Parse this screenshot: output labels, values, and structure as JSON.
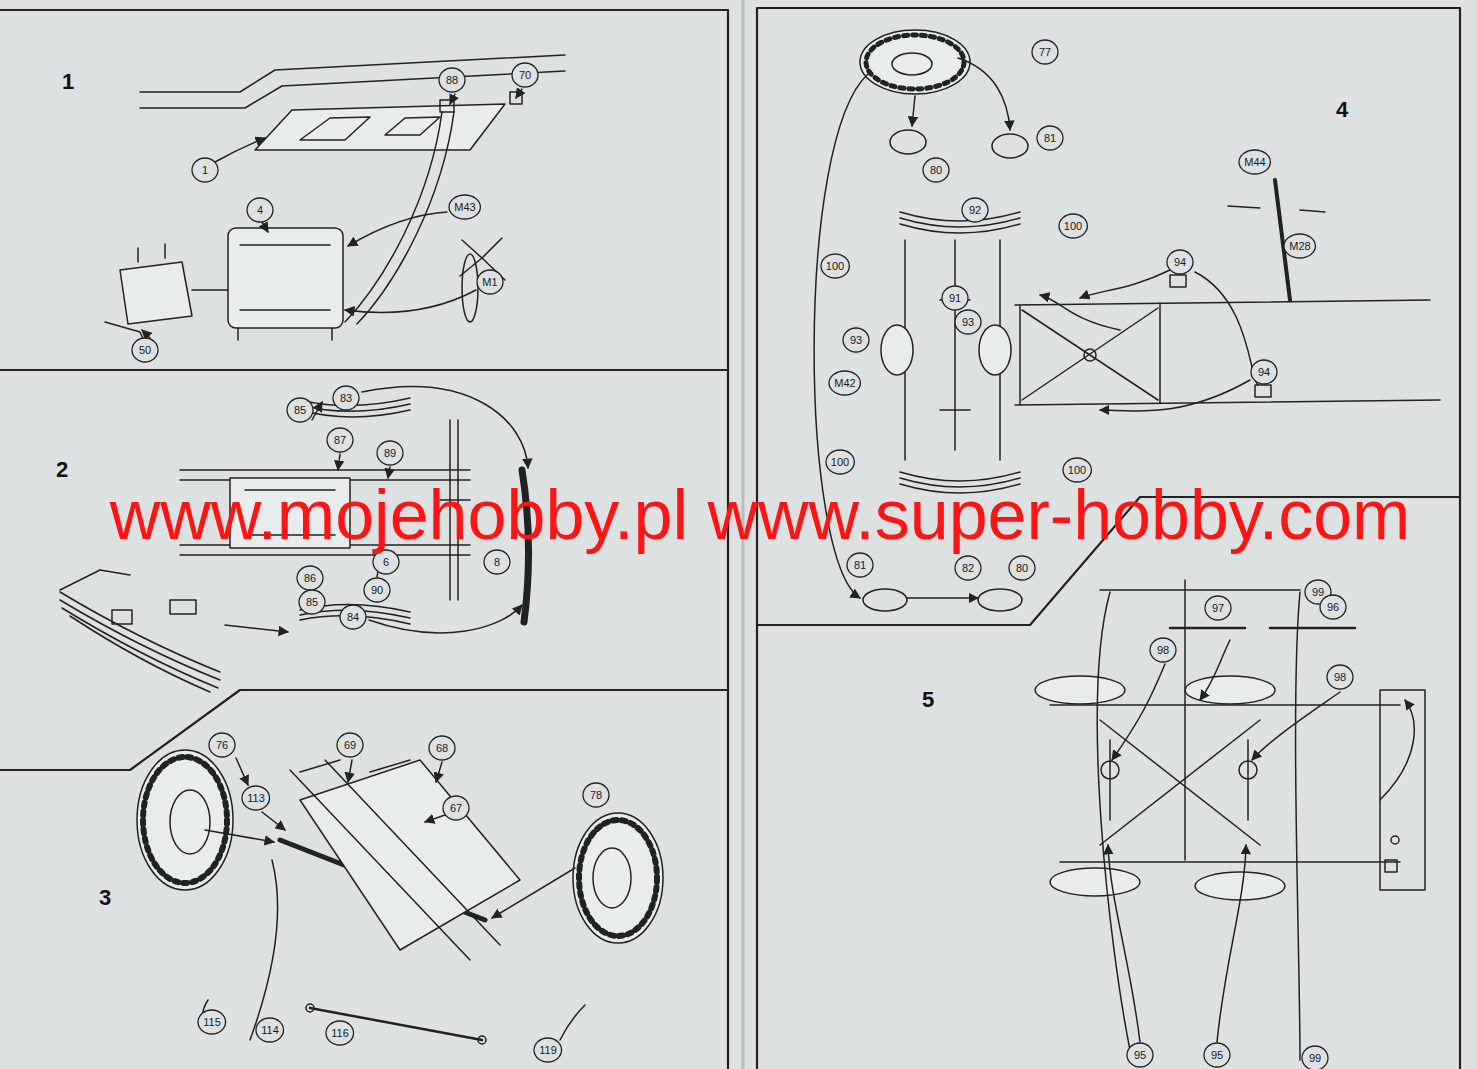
{
  "diagram": {
    "nodes": [
      {
        "text": [
          "1"
        ]
      },
      {
        "text": [
          "4"
        ]
      },
      {
        "text": [
          "88"
        ]
      },
      {
        "text": [
          "70"
        ]
      },
      {
        "text": [
          "M43"
        ]
      },
      {
        "text": [
          "M1"
        ]
      },
      {
        "text": [
          "50"
        ]
      },
      {
        "text": [
          "85"
        ]
      },
      {
        "text": [
          "83"
        ]
      },
      {
        "text": [
          "87"
        ]
      },
      {
        "text": [
          "89"
        ]
      },
      {
        "text": [
          "6"
        ]
      },
      {
        "text": [
          "8"
        ]
      },
      {
        "text": [
          "86"
        ]
      },
      {
        "text": [
          "85"
        ]
      },
      {
        "text": [
          "90"
        ]
      },
      {
        "text": [
          "84"
        ]
      },
      {
        "text": [
          "76"
        ]
      },
      {
        "text": [
          "113"
        ]
      },
      {
        "text": [
          "69"
        ]
      },
      {
        "text": [
          "68"
        ]
      },
      {
        "text": [
          "67"
        ]
      },
      {
        "text": [
          "78"
        ]
      },
      {
        "text": [
          "115"
        ]
      },
      {
        "text": [
          "114"
        ]
      },
      {
        "text": [
          "116"
        ]
      },
      {
        "text": [
          "119"
        ]
      },
      {
        "text": [
          "77"
        ]
      },
      {
        "text": [
          "81"
        ]
      },
      {
        "text": [
          "80"
        ]
      },
      {
        "text": [
          "92"
        ]
      },
      {
        "text": [
          "100"
        ]
      },
      {
        "text": [
          "M44"
        ]
      },
      {
        "text": [
          "M28"
        ]
      },
      {
        "text": [
          "100"
        ]
      },
      {
        "text": [
          "94"
        ]
      },
      {
        "text": [
          "91"
        ]
      },
      {
        "text": [
          "93"
        ]
      },
      {
        "text": [
          "93"
        ]
      },
      {
        "text": [
          "M42"
        ]
      },
      {
        "text": [
          "94"
        ]
      },
      {
        "text": [
          "100"
        ]
      },
      {
        "text": [
          "100"
        ]
      },
      {
        "text": [
          "81"
        ]
      },
      {
        "text": [
          "82"
        ]
      },
      {
        "text": [
          "80"
        ]
      },
      {
        "text": [
          "99"
        ]
      },
      {
        "text": [
          "97"
        ]
      },
      {
        "text": [
          "96"
        ]
      },
      {
        "text": [
          "98"
        ]
      },
      {
        "text": [
          "98"
        ]
      },
      {
        "text": [
          "95"
        ]
      },
      {
        "text": [
          "95"
        ]
      },
      {
        "text": [
          "99"
        ]
      }
    ],
    "labels": [
      "1",
      "2",
      "3",
      "4",
      "5",
      "www.mojehobby.pl www.super-hobby.com"
    ]
  }
}
